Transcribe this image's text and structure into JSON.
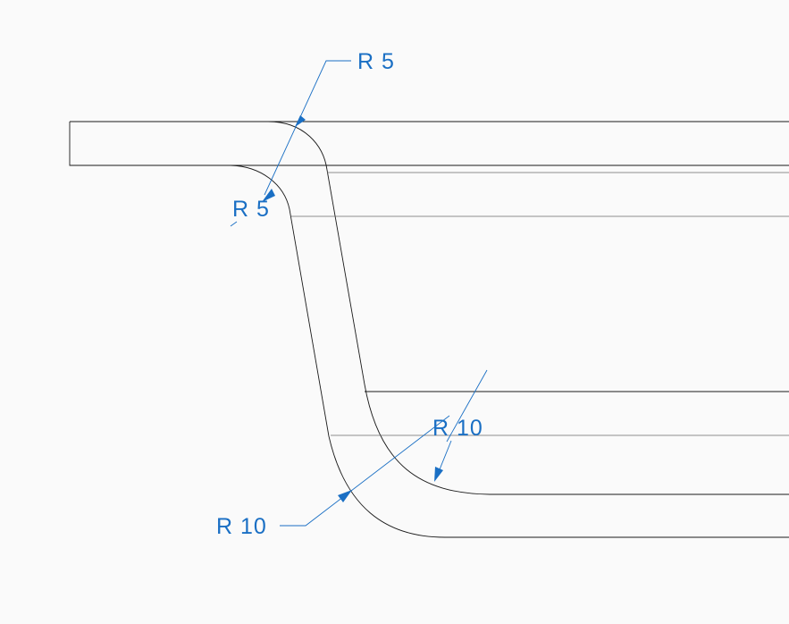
{
  "annotations": {
    "top_outer_radius": "R 5",
    "top_inner_radius": "R 5",
    "bottom_inner_radius": "R 10",
    "bottom_outer_radius": "R 10"
  },
  "colors": {
    "background": "#fafafa",
    "geometry": "#1a1a1a",
    "dimension": "#1a6fc4"
  }
}
